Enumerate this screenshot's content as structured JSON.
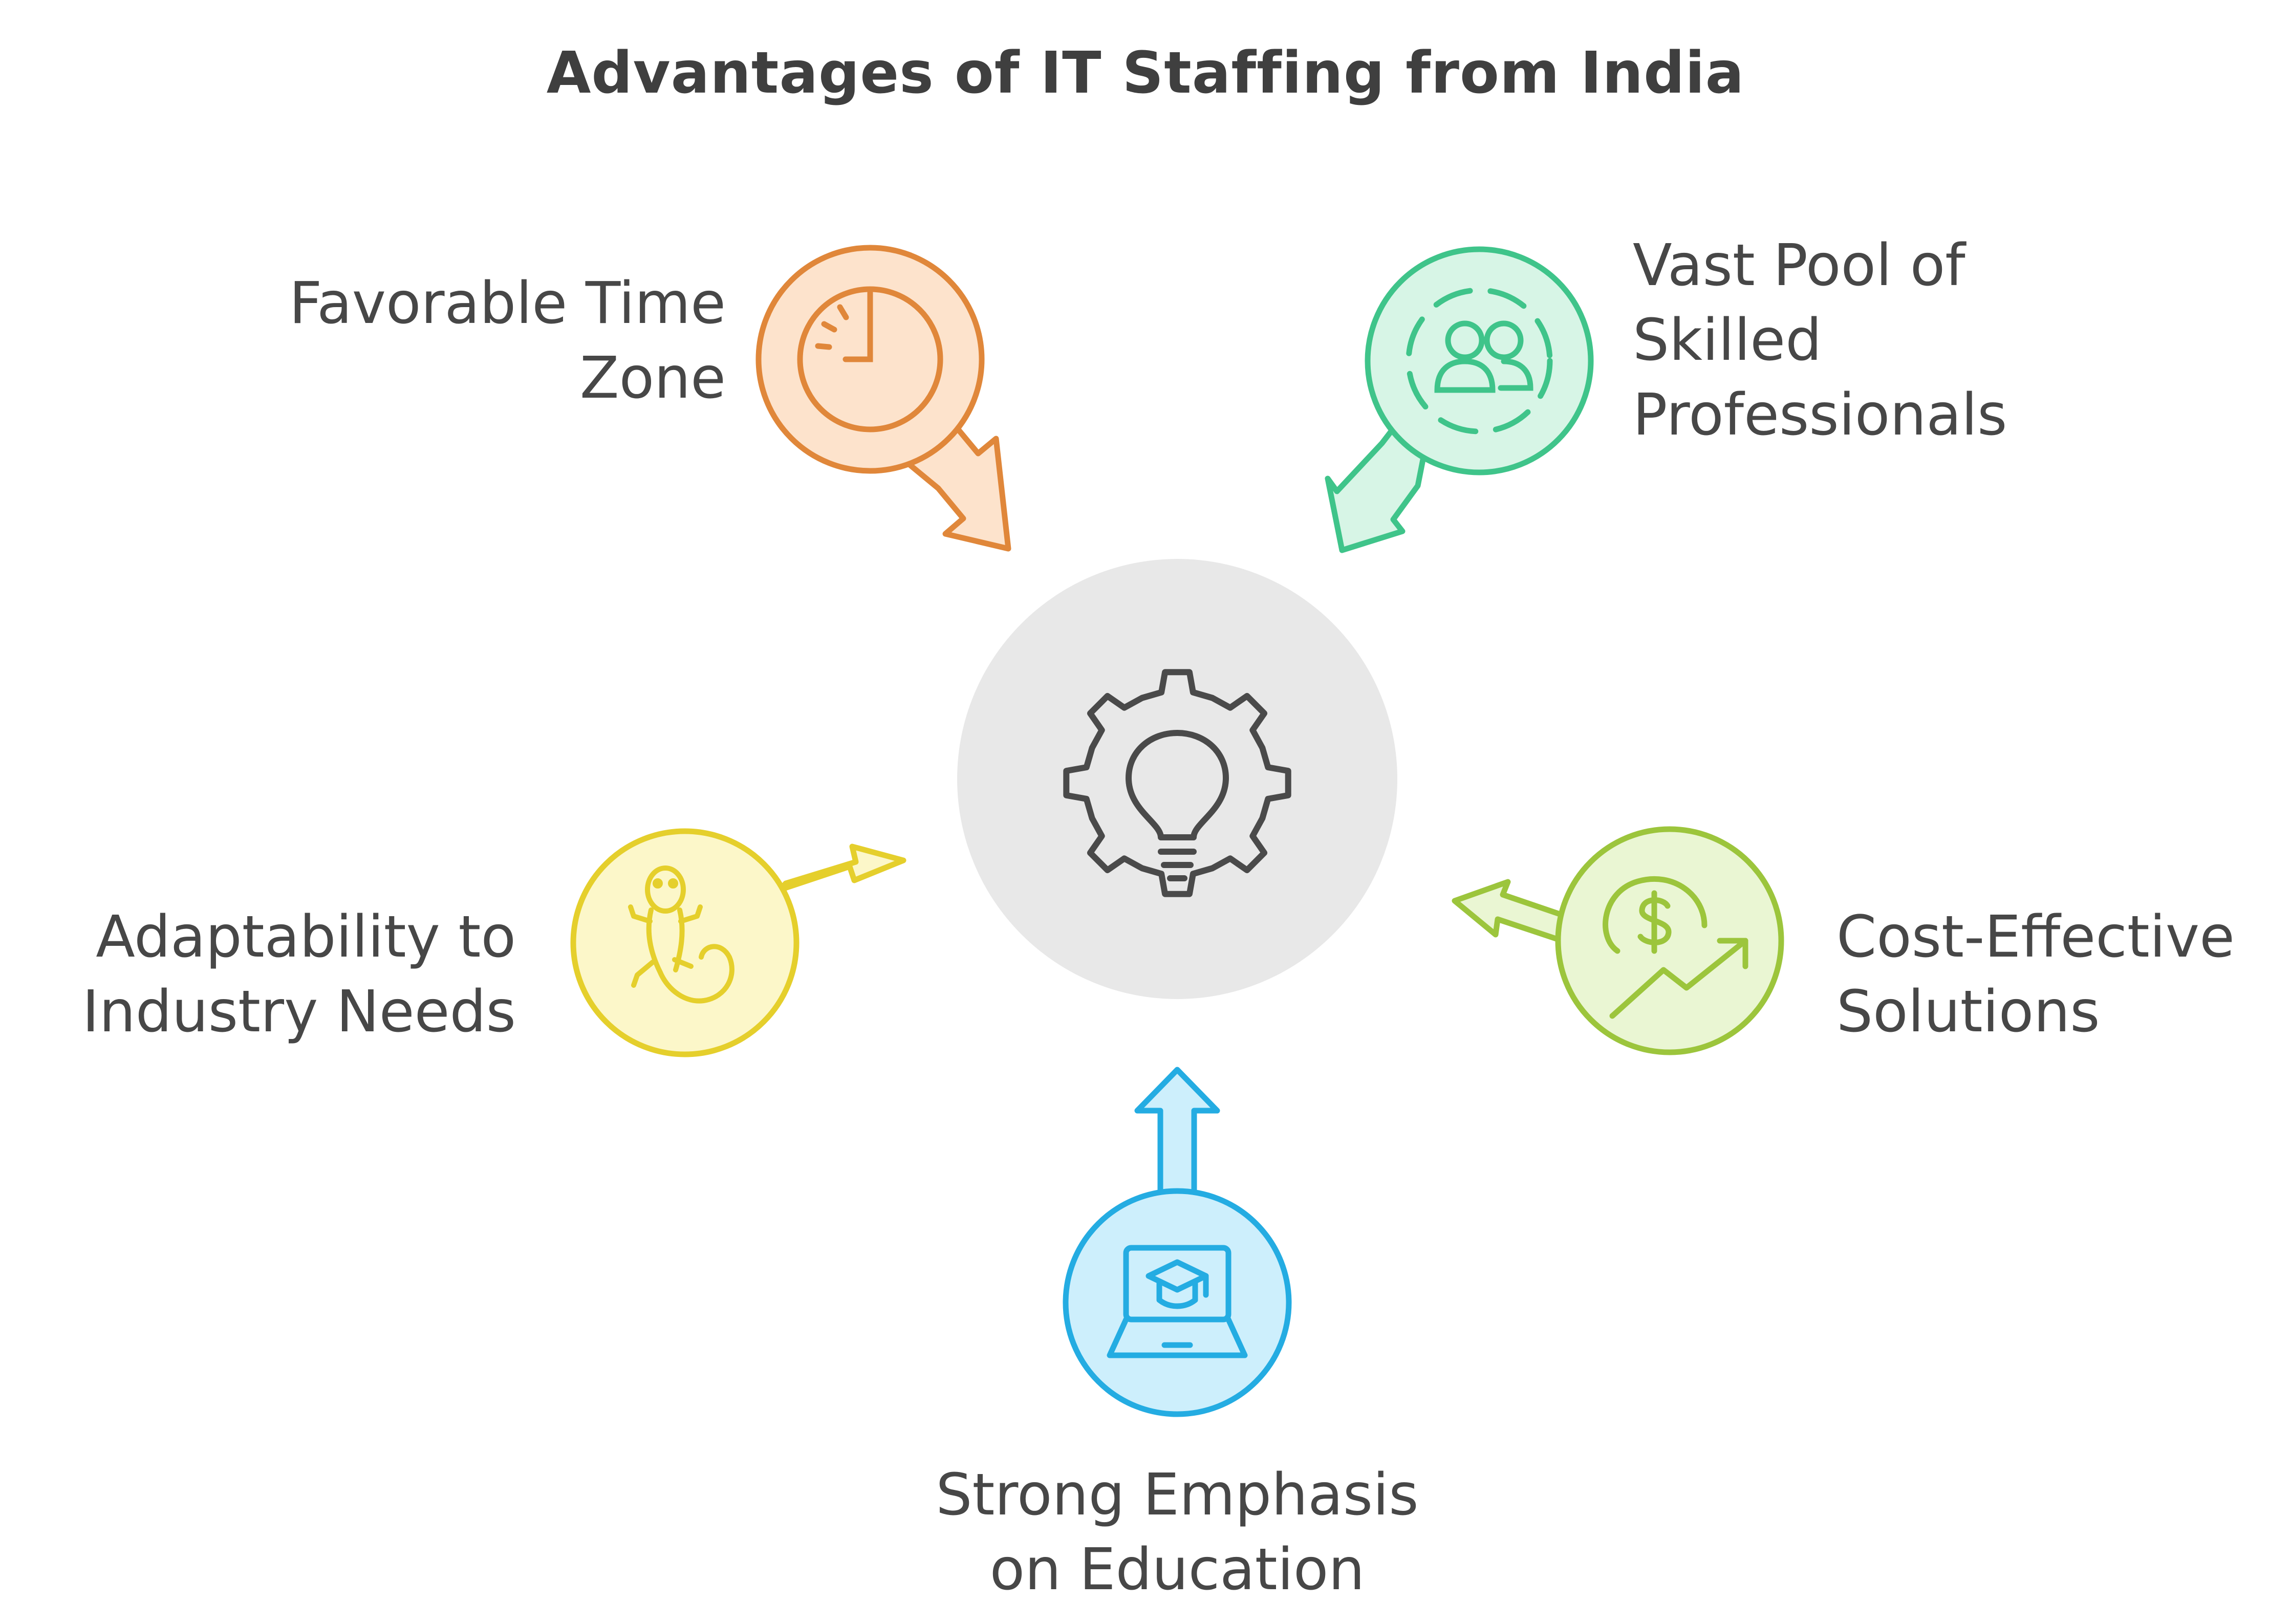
{
  "title": "Advantages of IT Staffing from India",
  "center": {
    "icon": "gear-lightbulb-icon",
    "fill": "#e8e8e8",
    "stroke": "#4a4a4a"
  },
  "items": [
    {
      "id": "time-zone",
      "lines": [
        "Favorable Time",
        "Zone"
      ],
      "icon": "clock-icon",
      "stroke": "#e0873a",
      "fill": "#fde3cc"
    },
    {
      "id": "skilled-pool",
      "lines": [
        "Vast Pool of",
        "Skilled",
        "Professionals"
      ],
      "icon": "people-icon",
      "stroke": "#3fc48a",
      "fill": "#d7f5e6"
    },
    {
      "id": "adaptability",
      "lines": [
        "Adaptability to",
        "Industry Needs"
      ],
      "icon": "lizard-icon",
      "stroke": "#e5cf2c",
      "fill": "#fcf7c9"
    },
    {
      "id": "cost-effective",
      "lines": [
        "Cost-Effective",
        "Solutions"
      ],
      "icon": "dollar-growth-icon",
      "stroke": "#9cc53c",
      "fill": "#eaf6d3"
    },
    {
      "id": "education",
      "lines": [
        "Strong Emphasis",
        "on Education"
      ],
      "icon": "laptop-graduation-icon",
      "stroke": "#24ace2",
      "fill": "#cdeffc"
    }
  ]
}
